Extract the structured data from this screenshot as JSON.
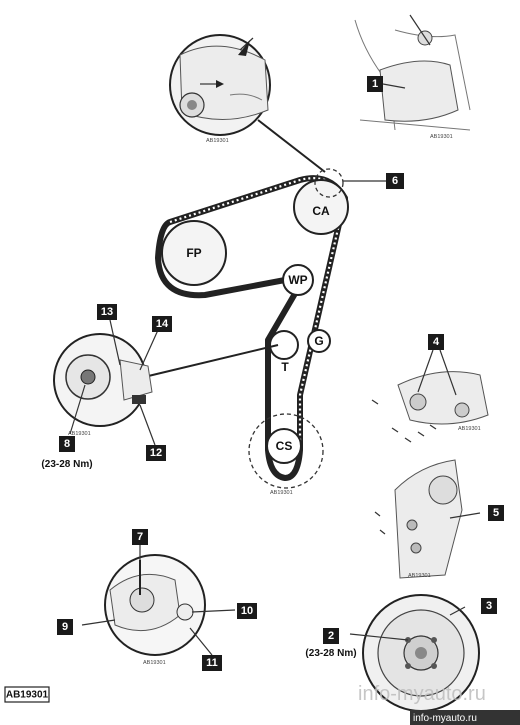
{
  "pulleys": {
    "ca": "CA",
    "fp": "FP",
    "wp": "WP",
    "g": "G",
    "t": "T",
    "cs": "CS"
  },
  "callouts": {
    "c1": "1",
    "c2": "2",
    "c3": "3",
    "c4": "4",
    "c5": "5",
    "c6": "6",
    "c7": "7",
    "c8": "8",
    "c9": "9",
    "c10": "10",
    "c11": "11",
    "c12": "12",
    "c13": "13",
    "c14": "14"
  },
  "torque_labels": {
    "tensioner_bolt": "(23-28 Nm)",
    "crank_bolt": "(23-28 Nm)"
  },
  "figure_refs": {
    "detail_camshaft": "AB19301",
    "detail_top_right": "AB19301",
    "detail_tensioner": "AB19301",
    "main_belt": "AB19301",
    "detail_cover_bolts": "AB19301",
    "detail_lower_cover": "AB19301",
    "detail_pointer": "AB19301"
  },
  "figure_code": "AB19301",
  "watermark": {
    "main": "info-myauto.ru",
    "small": "info-myauto.ru"
  }
}
